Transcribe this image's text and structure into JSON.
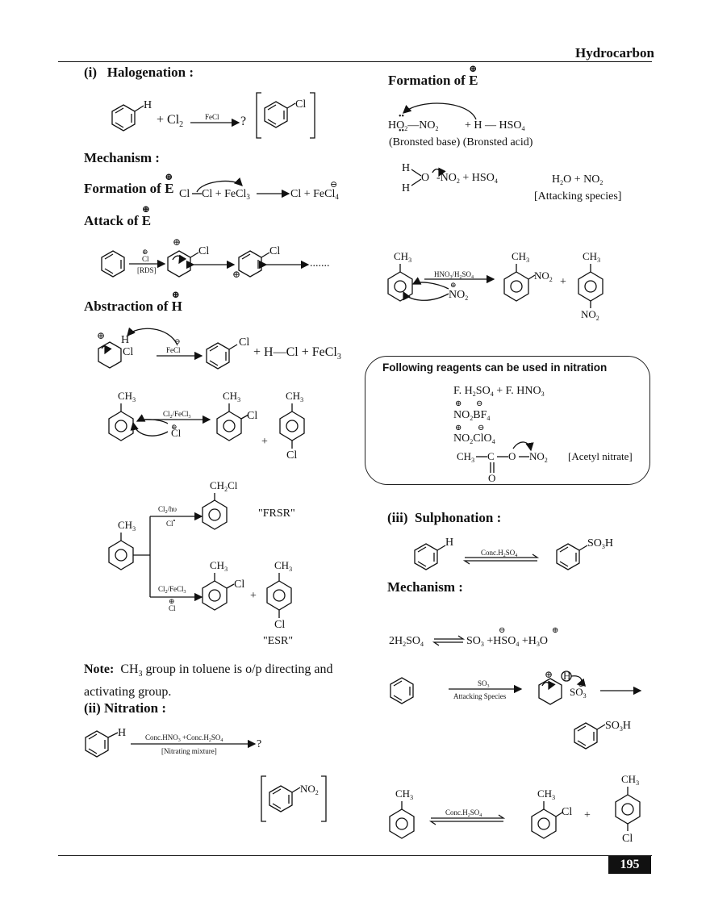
{
  "header": {
    "title": "Hydrocarbon"
  },
  "left": {
    "halogenation_heading": "(i)   Halogenation :",
    "mechanism_heading": "Mechanism :",
    "formation_e_label": "Formation of",
    "attack_e_label": "Attack of",
    "abstraction_h_label": "Abstraction of",
    "e_symbol": "E",
    "h_symbol": "H",
    "plus_cl2": "+ Cl",
    "cl2_sub": "2",
    "fecl3": "FeCl",
    "question": "?",
    "cl": "Cl",
    "h": "H",
    "mech_eq": {
      "cl_a": "Cl",
      "cl_fecl3": "Cl + FeCl",
      "cl_fecl4": "Cl + FeCl",
      "sub3": "3",
      "sub4": "4"
    },
    "rds": "[RDS]",
    "dots": ".......",
    "abstraction_products": "+ H—Cl + FeCl",
    "fecl4": "FeCl",
    "ch3": "CH",
    "cl2_fecl3": "Cl",
    "plus": "+",
    "ch2cl": "CH",
    "cl2_hv": "Cl",
    "frsr": "\"FRSR\"",
    "esr": "\"ESR\"",
    "note_label": "Note:",
    "note_text_1": "CH",
    "note_text_2": "group in toluene is o/p directing and",
    "note_text_3": "activating group.",
    "nitration_heading": "(ii) Nitration :",
    "nitrating_reagent": "Conc.HNO",
    "nitrating_mixture": "[Nitrating mixture]",
    "no2": "NO"
  },
  "right": {
    "formation_e_label": "Formation of",
    "e_symbol": "E",
    "ho_no2": "HO",
    "no2_part": "—NO",
    "h_hso4": "+ H — HSO",
    "bronsted": "(Bronsted base) (Bronsted acid)",
    "no2_hso4": "NO",
    "h2o_no2": "H",
    "attacking_species": "[Attacking species]",
    "hno3_h2so4": "HNO",
    "reagents_title": "Following reagents can be used in nitration",
    "reagent_1": "F. H",
    "reagent_2": "NO",
    "reagent_3": "NO",
    "acetyl_nitrate": "[Acetyl nitrate]",
    "sulphonation_heading": "(iii)  Sulphonation :",
    "conc_h2so4": "Conc.H",
    "so3h": "SO",
    "mechanism_heading": "Mechanism :",
    "so3_eq": "2H",
    "so3": "SO",
    "attacking_species_small": "Attacking Species"
  },
  "footer": {
    "page_number": "195"
  }
}
